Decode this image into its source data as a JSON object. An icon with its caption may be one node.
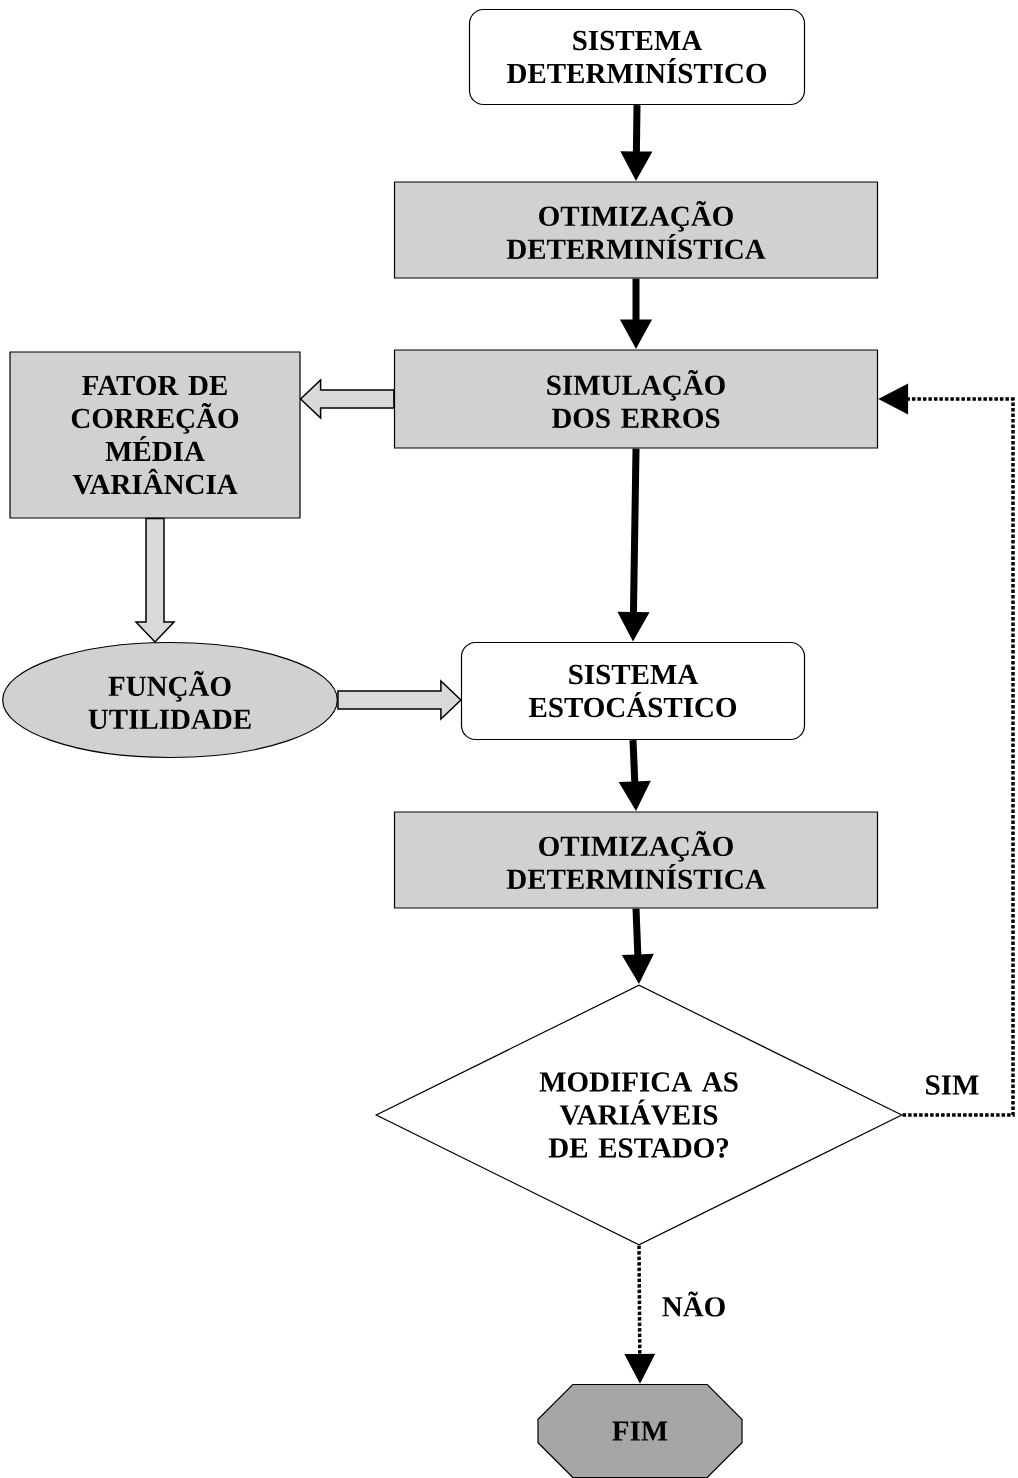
{
  "diagram": {
    "nodes": [
      {
        "text": [
          "SISTEMA DETERMINÍSTICO"
        ]
      },
      {
        "text": [
          "OTIMIZAÇÃO DETERMINÍSTICA"
        ]
      },
      {
        "text": [
          "SIMULAÇÃO DOS ERROS"
        ]
      },
      {
        "text": [
          "FATOR DE CORREÇÃO MÉDIA VARIÂNCIA"
        ]
      },
      {
        "text": [
          "FUNÇÃO UTILIDADE"
        ]
      },
      {
        "text": [
          "SISTEMA ESTOCÁSTICO"
        ]
      },
      {
        "text": [
          "OTIMIZAÇÃO DETERMINÍSTICA"
        ]
      },
      {
        "text": [
          "MODIFICA AS VARIÁVEIS DE ESTADO?"
        ]
      },
      {
        "text": [
          "FIM"
        ]
      }
    ],
    "edges": [
      {
        "from": 0,
        "to": 1,
        "arrow": "to"
      },
      {
        "from": 1,
        "to": 2,
        "arrow": "to"
      },
      {
        "from": 2,
        "to": 3,
        "arrow": "to",
        "style": "thick"
      },
      {
        "from": 3,
        "to": 4,
        "arrow": "to",
        "style": "thick"
      },
      {
        "from": 4,
        "to": 5,
        "arrow": "to",
        "style": "thick"
      },
      {
        "from": 2,
        "to": 5,
        "arrow": "to"
      },
      {
        "from": 5,
        "to": 6,
        "arrow": "to"
      },
      {
        "from": 6,
        "to": 7,
        "arrow": "to"
      },
      {
        "from": 7,
        "to": 2,
        "arrow": "to",
        "style": "dashed",
        "label": "SIM"
      },
      {
        "from": 7,
        "to": 8,
        "arrow": "to",
        "style": "dashed",
        "label": "NÃO"
      }
    ]
  }
}
